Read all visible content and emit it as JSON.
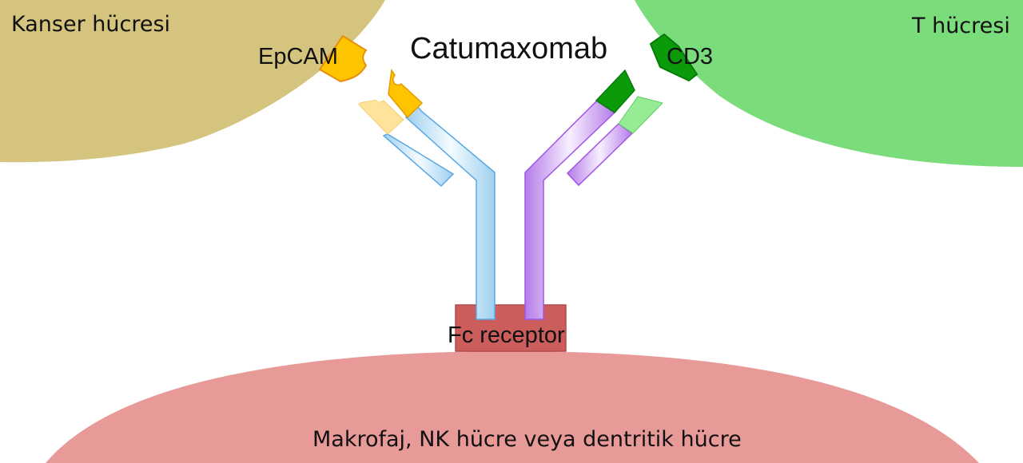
{
  "title": "Catumaxomab",
  "cells": {
    "cancer": "Kanser hücresi",
    "t_cell": "T hücresi",
    "effector": "Makrofaj, NK hücre veya dentritik hücre"
  },
  "antigens": {
    "epcam": "EpCAM",
    "cd3": "CD3"
  },
  "receptor": "Fc receptor",
  "colors": {
    "cancer_cell": "#d4c47d",
    "t_cell": "#7bdc7c",
    "effector_cell": "#e79a98",
    "fc_receptor": "#cb5d5d",
    "epcam": "#ffc400",
    "cd3": "#0a9a0a",
    "mouse_chain": "#b8dcf2",
    "rat_chain": "#c690f0"
  }
}
